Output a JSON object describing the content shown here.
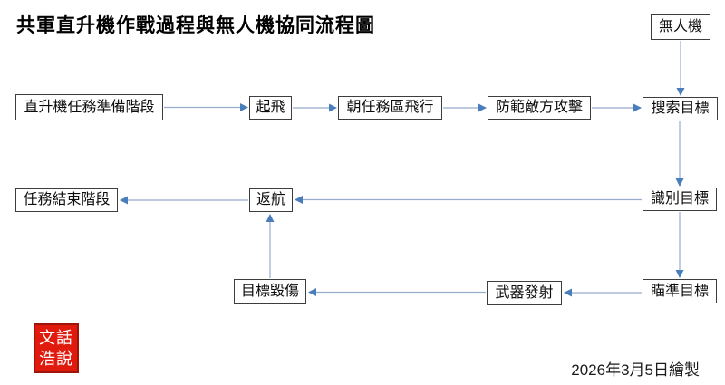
{
  "title": "共軍直升機作戰過程與無人機協同流程圖",
  "flowchart": {
    "nodes": {
      "uav": "無人機",
      "prep": "直升機任務準備階段",
      "takeoff": "起飛",
      "fly": "朝任務區飛行",
      "defend": "防範敵方攻擊",
      "search": "搜索目標",
      "end": "任務結束階段",
      "return": "返航",
      "identify": "識別目標",
      "damage": "目標毀傷",
      "weapon": "武器發射",
      "aim": "瞄準目標"
    },
    "edges": [
      {
        "from": "prep",
        "to": "takeoff"
      },
      {
        "from": "takeoff",
        "to": "fly"
      },
      {
        "from": "fly",
        "to": "defend"
      },
      {
        "from": "defend",
        "to": "search"
      },
      {
        "from": "uav",
        "to": "search"
      },
      {
        "from": "search",
        "to": "identify"
      },
      {
        "from": "identify",
        "to": "return"
      },
      {
        "from": "return",
        "to": "end"
      },
      {
        "from": "identify",
        "to": "aim"
      },
      {
        "from": "aim",
        "to": "weapon"
      },
      {
        "from": "weapon",
        "to": "damage"
      },
      {
        "from": "damage",
        "to": "return"
      }
    ]
  },
  "stamp": {
    "line1": "文話",
    "line2": "浩說",
    "bg": "#e11a0e",
    "border_color": "#9e1407",
    "text_color": "#ffffff"
  },
  "footer": {
    "date_note": "2026年3月5日繪製"
  },
  "colors": {
    "connector": "#96abce",
    "arrowhead": "#4a7ebb",
    "box_border": "#3d3d3d"
  }
}
